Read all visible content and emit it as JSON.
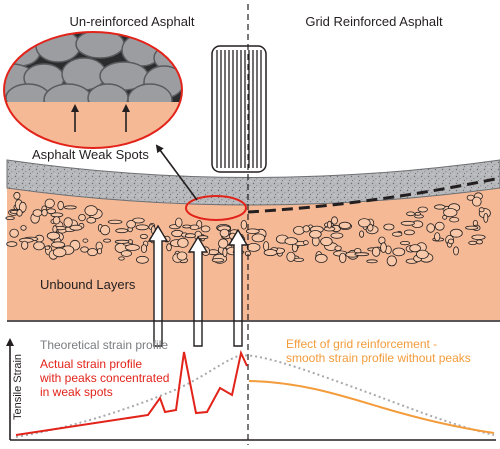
{
  "headers": {
    "left": "Un-reinforced Asphalt",
    "right": "Grid Reinforced Asphalt"
  },
  "labels": {
    "weak_spots": "Asphalt Weak Spots",
    "unbound_layers": "Unbound Layers",
    "y_axis": "Tensile Strain",
    "theoretical": "Theoretical strain profile",
    "actual_lines": [
      "Actual strain profile",
      "with peaks concentrated",
      "in weak spots"
    ],
    "effect_lines": [
      "Effect of grid reinforcement -",
      "smooth strain profile without peaks"
    ]
  },
  "colors": {
    "asphalt": "#b9bbbe",
    "unbound": "#f6b996",
    "actual": "#e2231a",
    "effect": "#f39c3c",
    "theoretical": "#a7a9ac",
    "outline": "#231f20",
    "highlight": "#e2231a"
  },
  "icons": [
    "tire-icon",
    "magnifier-ellipse-icon",
    "strain-arrow-icon"
  ]
}
